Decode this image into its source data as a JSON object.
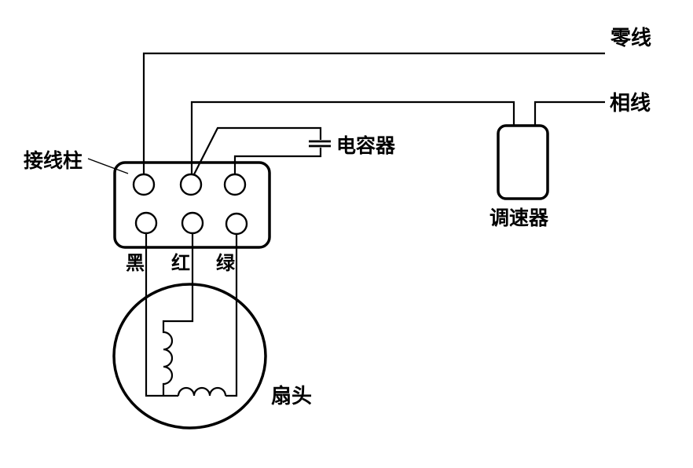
{
  "diagram": {
    "type": "fan-motor-wiring-diagram",
    "labels": {
      "neutral_wire": "零线",
      "phase_wire": "相线",
      "capacitor": "电容器",
      "terminal_block": "接线柱",
      "speed_controller": "调速器",
      "black_wire": "黑",
      "red_wire": "红",
      "green_wire": "绿",
      "fan_head": "扇头"
    },
    "colors": {
      "line": "#000000",
      "background": "#ffffff"
    },
    "terminal_block": {
      "rows": 2,
      "columns": 3
    },
    "coils": {
      "starting_winding_humps": 3,
      "main_winding_humps": 3
    }
  }
}
